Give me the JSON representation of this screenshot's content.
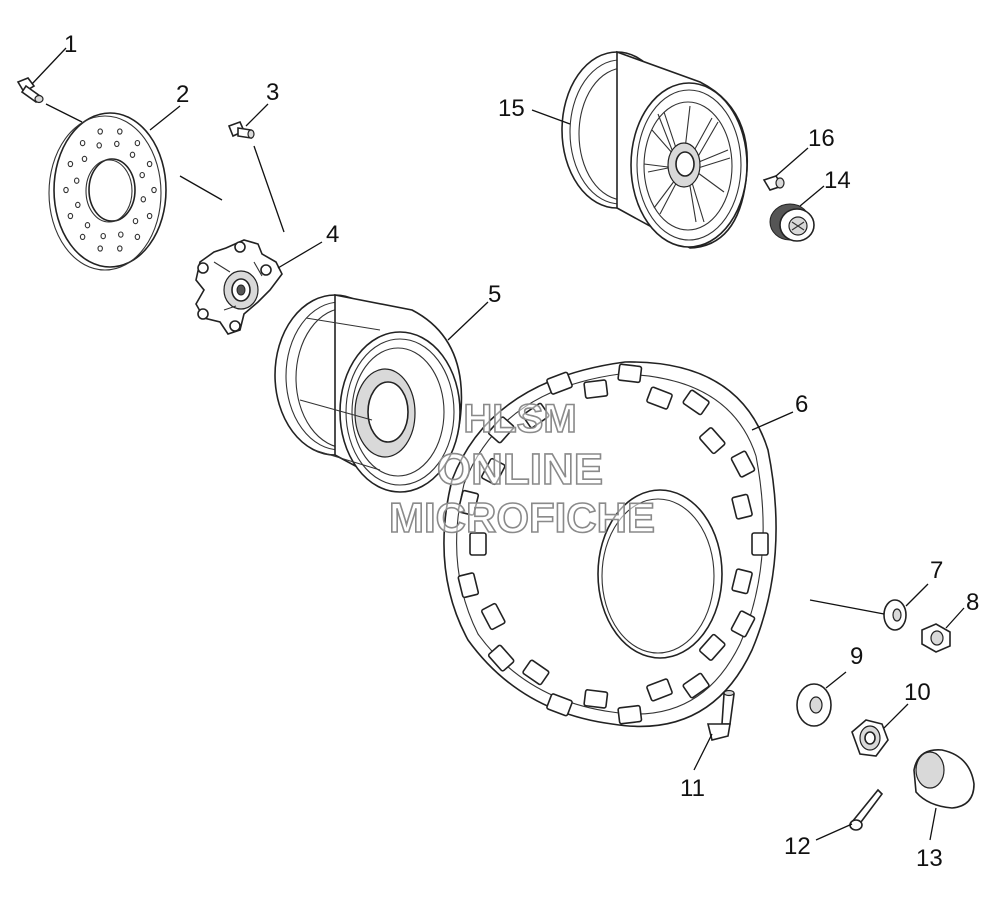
{
  "callouts": [
    {
      "id": "1",
      "text": "1"
    },
    {
      "id": "2",
      "text": "2"
    },
    {
      "id": "3",
      "text": "3"
    },
    {
      "id": "4",
      "text": "4"
    },
    {
      "id": "5",
      "text": "5"
    },
    {
      "id": "6",
      "text": "6"
    },
    {
      "id": "7",
      "text": "7"
    },
    {
      "id": "8",
      "text": "8"
    },
    {
      "id": "9",
      "text": "9"
    },
    {
      "id": "10",
      "text": "10"
    },
    {
      "id": "11",
      "text": "11"
    },
    {
      "id": "12",
      "text": "12"
    },
    {
      "id": "13",
      "text": "13"
    },
    {
      "id": "14",
      "text": "14"
    },
    {
      "id": "15",
      "text": "15"
    },
    {
      "id": "16",
      "text": "16"
    }
  ],
  "watermark": {
    "line1": "HLSM",
    "line2": "ONLINE",
    "line3": "MICROFICHE"
  },
  "colors": {
    "line": "#222222",
    "background": "#ffffff",
    "watermark_stroke": "#8a8a8a"
  }
}
